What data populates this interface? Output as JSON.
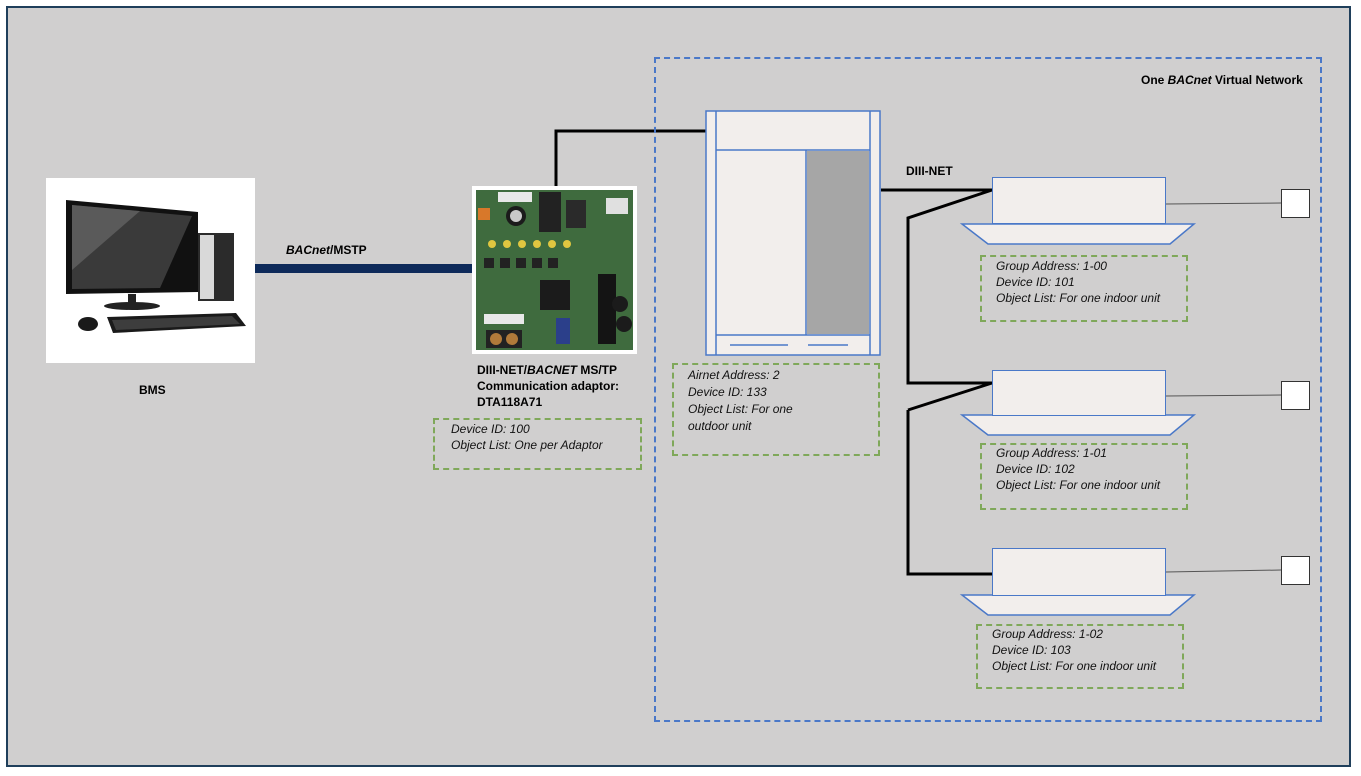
{
  "network_label": {
    "prefix": "One ",
    "italic": "BACnet",
    "suffix": " Virtual Network"
  },
  "bms": {
    "label": "BMS"
  },
  "bms_link": {
    "italic": "BACnet",
    "suffix": "/MSTP"
  },
  "adaptor": {
    "title_line1_prefix": "DIII-NET/",
    "title_line1_italic": "BACNET",
    "title_line1_suffix": " MS/TP",
    "title_line2": "Communication adaptor:",
    "title_line3": "DTA118A71",
    "info": [
      "Device ID: 100",
      "Object List: One per Adaptor"
    ]
  },
  "outdoor_unit": {
    "info": [
      "Airnet Address: 2",
      "Device ID: 133",
      "Object List: For one",
      "outdoor unit"
    ]
  },
  "diii_net_label": "DIII-NET",
  "indoor_units": [
    {
      "info": [
        "Group Address: 1-00",
        "Device ID: 101",
        "Object List: For one indoor unit"
      ]
    },
    {
      "info": [
        "Group Address: 1-01",
        "Device ID: 102",
        "Object List: For one indoor unit"
      ]
    },
    {
      "info": [
        "Group Address: 1-02",
        "Device ID: 103",
        "Object List: For one indoor unit"
      ]
    }
  ],
  "colors": {
    "background": "#d0cfcf",
    "frame_border": "#1f3f5b",
    "network_border": "#4a78c8",
    "info_box_border": "#7fa85a",
    "bacnet_link": "#0e2a5a"
  }
}
